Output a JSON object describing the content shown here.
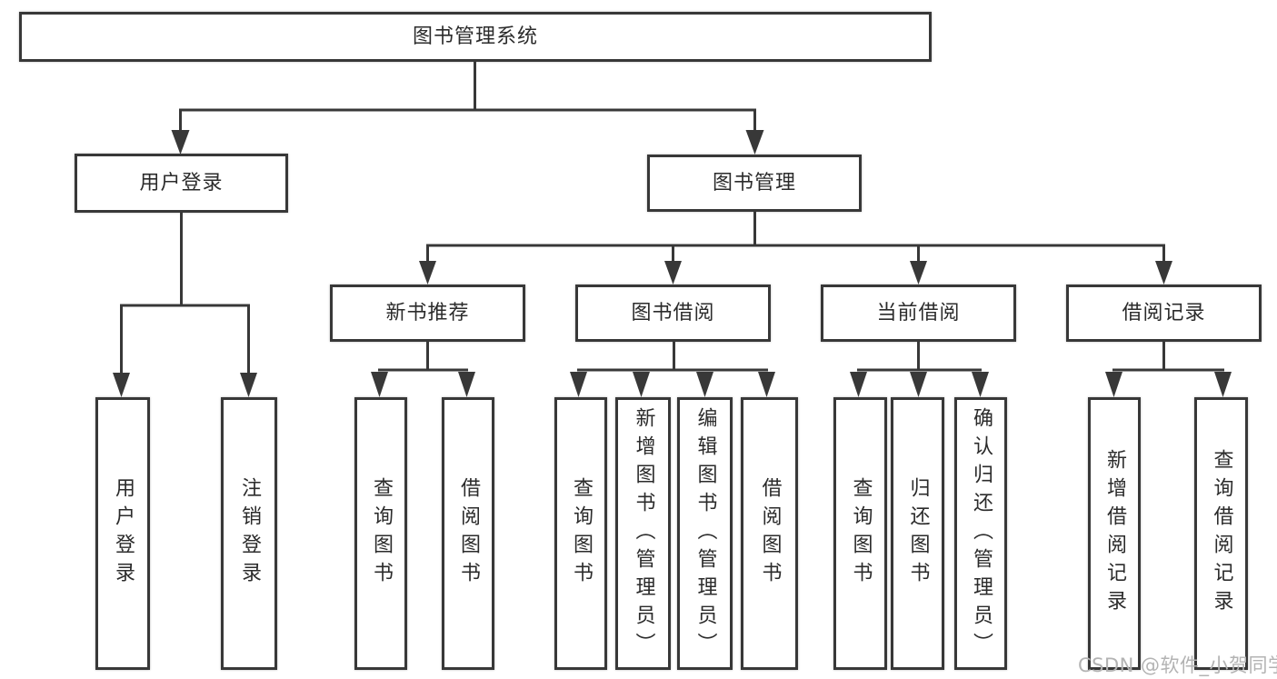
{
  "diagram_title": "图书管理系统",
  "watermark": {
    "text": "CSDN @软件_小贺同学"
  },
  "colors": {
    "line": "#383838",
    "box_border": "#383838",
    "text": "#2b2b2b",
    "watermark": "#b3b3b3",
    "background": "#ffffff"
  },
  "tree": {
    "root": {
      "label": "图书管理系统",
      "children": [
        {
          "label": "用户登录",
          "children": [
            {
              "label": "用户登录"
            },
            {
              "label": "注销登录"
            }
          ]
        },
        {
          "label": "图书管理",
          "children": [
            {
              "label": "新书推荐",
              "children": [
                {
                  "label": "查询图书"
                },
                {
                  "label": "借阅图书"
                }
              ]
            },
            {
              "label": "图书借阅",
              "children": [
                {
                  "label": "查询图书"
                },
                {
                  "label": "新增图书（管理员）"
                },
                {
                  "label": "编辑图书（管理员）"
                },
                {
                  "label": "借阅图书"
                }
              ]
            },
            {
              "label": "当前借阅",
              "children": [
                {
                  "label": "查询图书"
                },
                {
                  "label": "归还图书"
                },
                {
                  "label": "确认归还（管理员）"
                }
              ]
            },
            {
              "label": "借阅记录",
              "children": [
                {
                  "label": "新增借阅记录"
                },
                {
                  "label": "查询借阅记录"
                }
              ]
            }
          ]
        }
      ]
    }
  }
}
